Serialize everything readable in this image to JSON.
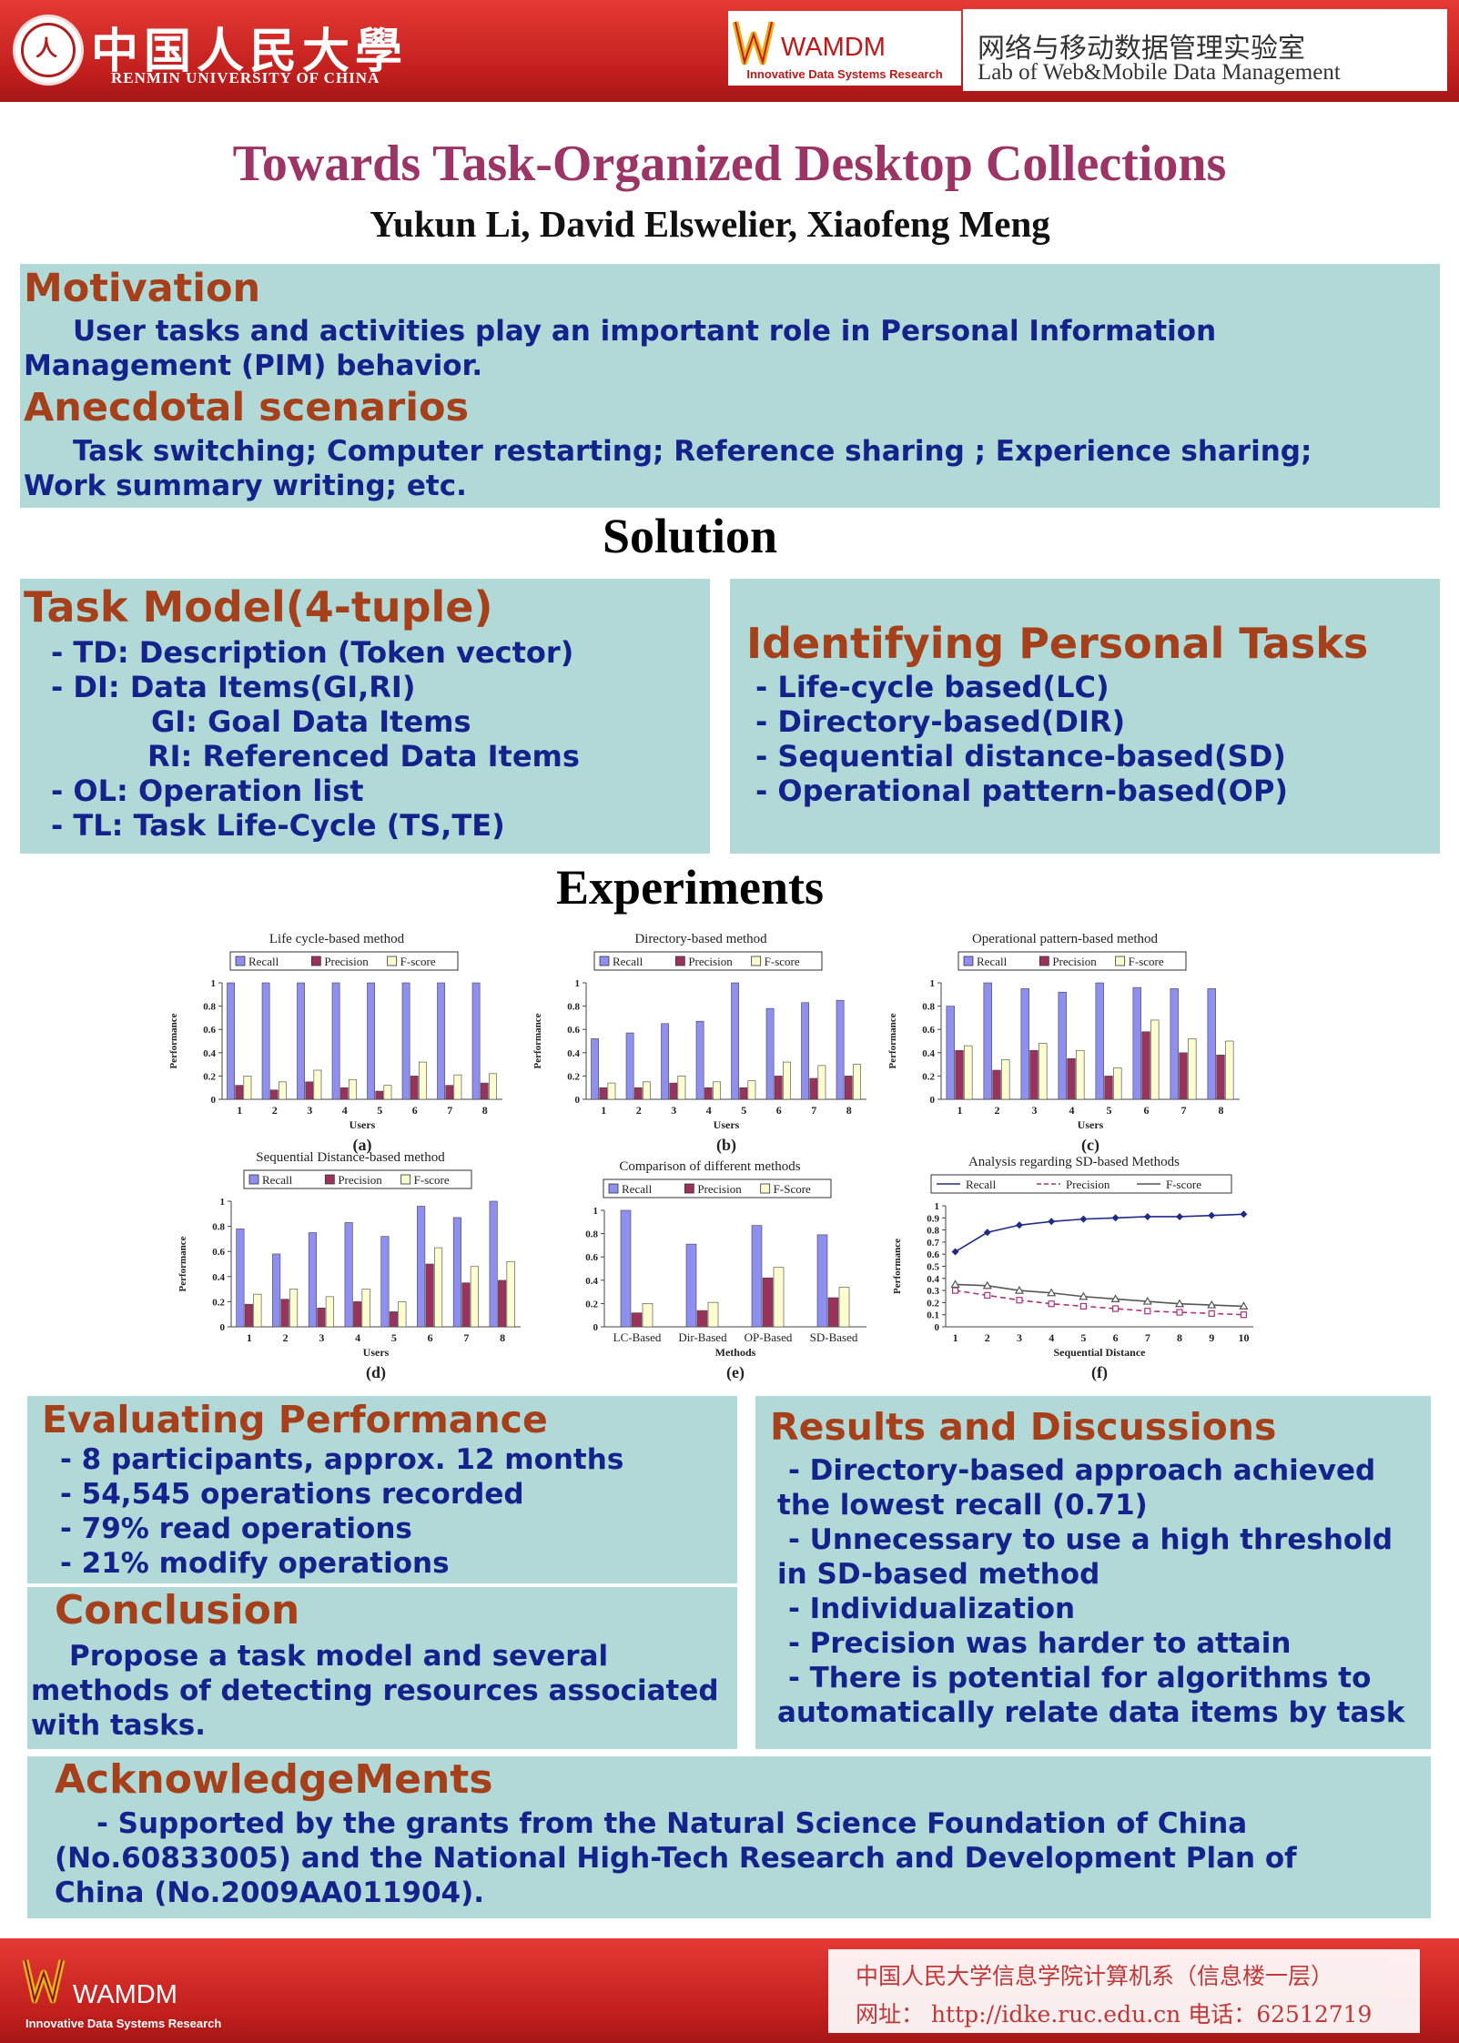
{
  "header": {
    "ruc_cn": "中国人民大學",
    "ruc_en": "RENMIN UNIVERSITY OF CHINA",
    "wamdm_name": "WAMDM",
    "wamdm_tag": "Innovative Data Systems Research",
    "lab_cn": "网络与移动数据管理实验室",
    "lab_en": "Lab of Web&Mobile Data Management"
  },
  "title": "Towards Task-Organized Desktop Collections",
  "authors": "Yukun Li, David Elswelier, Xiaofeng Meng",
  "motivation": {
    "heading": "Motivation",
    "lines": [
      "User tasks and activities play an important role in Personal Information",
      "Management (PIM) behavior."
    ]
  },
  "anecdotal": {
    "heading": "Anecdotal scenarios",
    "lines": [
      "Task switching; Computer restarting; Reference sharing ; Experience sharing;",
      "Work summary writing; etc."
    ]
  },
  "solution_title": "Solution",
  "task_model": {
    "heading": "Task Model(4-tuple)",
    "items": [
      "- TD: Description (Token vector)",
      "- DI: Data Items(GI,RI)",
      "GI: Goal Data Items",
      "RI: Referenced Data Items",
      "- OL: Operation list",
      "- TL: Task Life-Cycle (TS,TE)"
    ]
  },
  "identifying": {
    "heading": "Identifying Personal Tasks",
    "items": [
      "- Life-cycle based(LC)",
      "- Directory-based(DIR)",
      "- Sequential distance-based(SD)",
      "- Operational pattern-based(OP)"
    ]
  },
  "experiments_title": "Experiments",
  "chart_labels": {
    "performance": "Performance",
    "users": "Users",
    "methods": "Methods",
    "sequential_distance": "Sequential Distance"
  },
  "chart_data": [
    {
      "type": "bar",
      "title": "Life cycle-based method",
      "caption": "(a)",
      "xlabel": "Users",
      "ylabel": "Performance",
      "ylim": [
        0,
        1
      ],
      "yticks": [
        "0",
        "0.2",
        "0.4",
        "0.6",
        "0.8",
        "1"
      ],
      "categories": [
        "1",
        "2",
        "3",
        "4",
        "5",
        "6",
        "7",
        "8"
      ],
      "series": [
        {
          "name": "Recall",
          "color": "#8f8ff2",
          "values": [
            1.0,
            1.0,
            1.0,
            1.0,
            1.0,
            1.0,
            1.0,
            1.0
          ]
        },
        {
          "name": "Precision",
          "color": "#99335e",
          "values": [
            0.12,
            0.08,
            0.15,
            0.1,
            0.07,
            0.2,
            0.12,
            0.14
          ]
        },
        {
          "name": "F-score",
          "color": "#fdfdd0",
          "values": [
            0.2,
            0.15,
            0.25,
            0.17,
            0.12,
            0.32,
            0.21,
            0.22
          ]
        }
      ]
    },
    {
      "type": "bar",
      "title": "Directory-based method",
      "caption": "(b)",
      "xlabel": "Users",
      "ylabel": "Performance",
      "ylim": [
        0,
        1
      ],
      "yticks": [
        "0",
        "0.2",
        "0.4",
        "0.6",
        "0.8",
        "1"
      ],
      "categories": [
        "1",
        "2",
        "3",
        "4",
        "5",
        "6",
        "7",
        "8"
      ],
      "series": [
        {
          "name": "Recall",
          "color": "#8f8ff2",
          "values": [
            0.52,
            0.57,
            0.65,
            0.67,
            1.0,
            0.78,
            0.83,
            0.85
          ]
        },
        {
          "name": "Precision",
          "color": "#99335e",
          "values": [
            0.1,
            0.1,
            0.14,
            0.1,
            0.1,
            0.2,
            0.18,
            0.2
          ]
        },
        {
          "name": "F-score",
          "color": "#fdfdd0",
          "values": [
            0.14,
            0.15,
            0.2,
            0.15,
            0.16,
            0.32,
            0.29,
            0.3
          ]
        }
      ]
    },
    {
      "type": "bar",
      "title": "Operational pattern-based method",
      "caption": "(c)",
      "xlabel": "Users",
      "ylabel": "Performance",
      "ylim": [
        0,
        1
      ],
      "yticks": [
        "0",
        "0.2",
        "0.4",
        "0.6",
        "0.8",
        "1"
      ],
      "categories": [
        "1",
        "2",
        "3",
        "4",
        "5",
        "6",
        "7",
        "8"
      ],
      "series": [
        {
          "name": "Recall",
          "color": "#8f8ff2",
          "values": [
            0.8,
            1.0,
            0.95,
            0.92,
            1.0,
            0.96,
            0.95,
            0.95
          ]
        },
        {
          "name": "Precision",
          "color": "#99335e",
          "values": [
            0.42,
            0.25,
            0.42,
            0.35,
            0.2,
            0.58,
            0.4,
            0.38
          ]
        },
        {
          "name": "F-score",
          "color": "#fdfdd0",
          "values": [
            0.46,
            0.34,
            0.48,
            0.42,
            0.27,
            0.68,
            0.52,
            0.5
          ]
        }
      ]
    },
    {
      "type": "bar",
      "title": "Sequential Distance-based method",
      "caption": "(d)",
      "xlabel": "Users",
      "ylabel": "Performance",
      "ylim": [
        0,
        1
      ],
      "yticks": [
        "0",
        "0.2",
        "0.4",
        "0.6",
        "0.8",
        "1"
      ],
      "categories": [
        "1",
        "2",
        "3",
        "4",
        "5",
        "6",
        "7",
        "8"
      ],
      "series": [
        {
          "name": "Recall",
          "color": "#8f8ff2",
          "values": [
            0.78,
            0.58,
            0.75,
            0.83,
            0.72,
            0.96,
            0.87,
            1.0
          ]
        },
        {
          "name": "Precision",
          "color": "#99335e",
          "values": [
            0.18,
            0.22,
            0.15,
            0.2,
            0.12,
            0.5,
            0.35,
            0.37
          ]
        },
        {
          "name": "F-score",
          "color": "#fdfdd0",
          "values": [
            0.26,
            0.3,
            0.24,
            0.3,
            0.2,
            0.63,
            0.48,
            0.52
          ]
        }
      ]
    },
    {
      "type": "bar",
      "title": "Comparison of different methods",
      "caption": "(e)",
      "xlabel": "Methods",
      "ylabel": "",
      "ylim": [
        0,
        1
      ],
      "yticks": [
        "0",
        "0.2",
        "0.4",
        "0.6",
        "0.8",
        "1"
      ],
      "categories": [
        "LC-Based",
        "Dir-Based",
        "OP-Based",
        "SD-Based"
      ],
      "series": [
        {
          "name": "Recall",
          "color": "#8f8ff2",
          "values": [
            1.0,
            0.71,
            0.87,
            0.79
          ]
        },
        {
          "name": "Precision",
          "color": "#99335e",
          "values": [
            0.12,
            0.14,
            0.42,
            0.25
          ]
        },
        {
          "name": "F-Score",
          "color": "#fdfdd0",
          "values": [
            0.2,
            0.21,
            0.51,
            0.34
          ]
        }
      ]
    },
    {
      "type": "line",
      "title": "Analysis regarding SD-based Methods",
      "caption": "(f)",
      "xlabel": "Sequential Distance",
      "ylabel": "Performance",
      "ylim": [
        0,
        1
      ],
      "yticks": [
        "0",
        "0.1",
        "0.2",
        "0.3",
        "0.4",
        "0.5",
        "0.6",
        "0.7",
        "0.8",
        "0.9",
        "1"
      ],
      "x": [
        "1",
        "2",
        "3",
        "4",
        "5",
        "6",
        "7",
        "8",
        "9",
        "10"
      ],
      "series": [
        {
          "name": "Recall",
          "color": "#1f2a8a",
          "marker": "diamond",
          "values": [
            0.62,
            0.78,
            0.84,
            0.87,
            0.89,
            0.9,
            0.91,
            0.91,
            0.92,
            0.93
          ]
        },
        {
          "name": "Precision",
          "color": "#b0307a",
          "marker": "square",
          "dashed": true,
          "values": [
            0.3,
            0.26,
            0.22,
            0.19,
            0.17,
            0.15,
            0.13,
            0.12,
            0.11,
            0.1
          ]
        },
        {
          "name": "F-score",
          "color": "#555555",
          "marker": "triangle",
          "values": [
            0.35,
            0.34,
            0.3,
            0.28,
            0.25,
            0.23,
            0.21,
            0.19,
            0.18,
            0.17
          ]
        }
      ]
    }
  ],
  "evaluating": {
    "heading": "Evaluating Performance",
    "items": [
      "- 8 participants, approx. 12 months",
      "- 54,545 operations recorded",
      "- 79% read operations",
      "- 21% modify operations"
    ]
  },
  "conclusion": {
    "heading": "Conclusion",
    "lines": [
      "Propose a task model and several",
      "methods of detecting resources associated",
      "with tasks."
    ]
  },
  "results": {
    "heading": "Results and Discussions",
    "lines": [
      "- Directory-based approach achieved",
      "the lowest recall (0.71)",
      "- Unnecessary to use a high threshold",
      "in SD-based method",
      "- Individualization",
      "- Precision was harder to attain",
      "- There is potential for algorithms to",
      "automatically relate data items by task"
    ]
  },
  "acknowledgements": {
    "heading": "AcknowledgeMents",
    "lines": [
      "- Supported by the grants from the Natural Science Foundation of China",
      "(No.60833005) and the National High-Tech Research and Development Plan of",
      "China (No.2009AA011904)."
    ]
  },
  "footer": {
    "wamdm_name": "WAMDM",
    "wamdm_tag": "Innovative Data Systems Research",
    "line1": "中国人民大学信息学院计算机系（信息楼一层）",
    "line2": "网址：   http://idke.ruc.edu.cn    电话：62512719"
  },
  "colors": {
    "band_red": "#c21f1d",
    "panel_teal": "#b1d9d7",
    "heading_orange": "#a5401a",
    "body_navy": "#13238b",
    "title_plum": "#9c3465"
  }
}
